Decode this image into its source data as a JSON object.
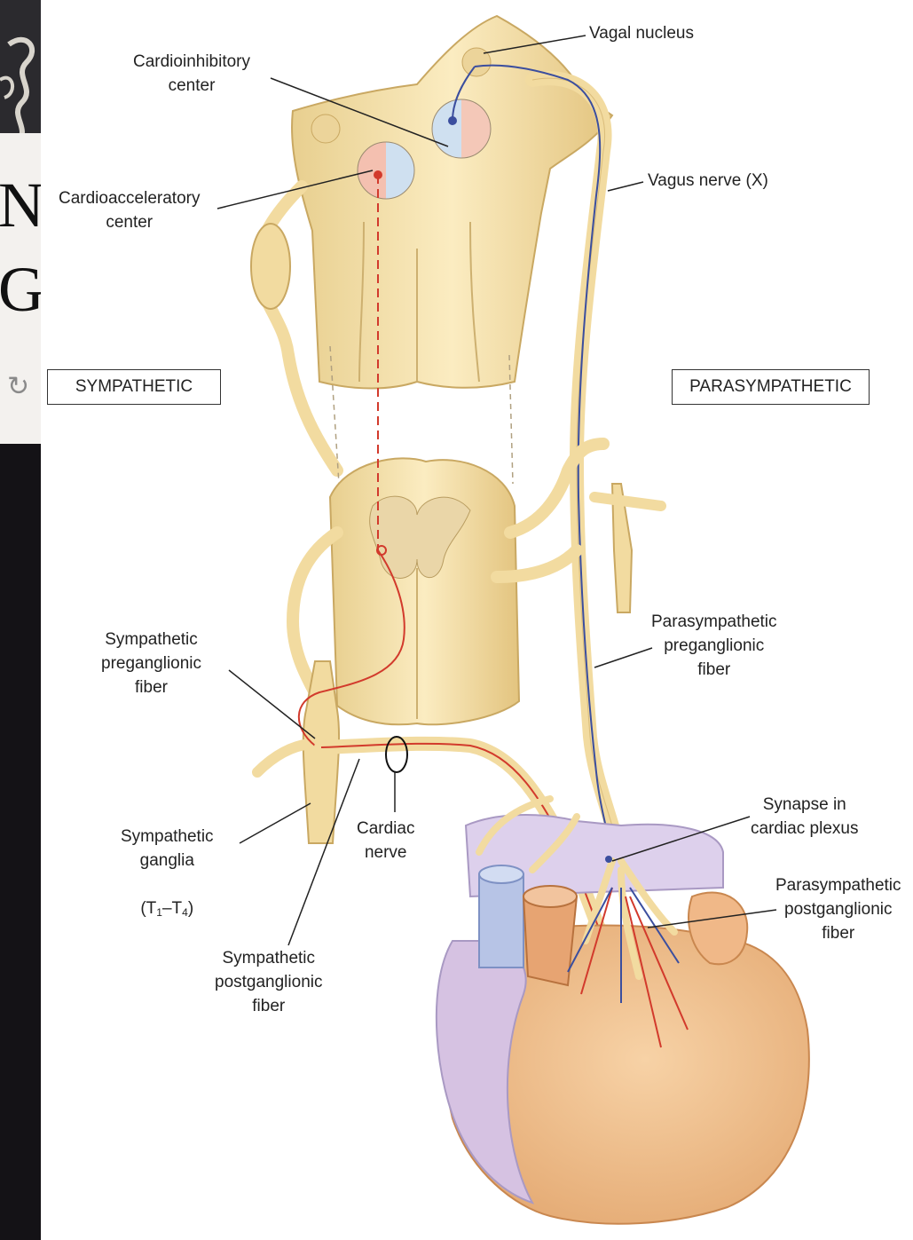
{
  "slide": {
    "letter_top": "N",
    "letter_bottom": "G"
  },
  "icons": {
    "ornament": "ornament-icon",
    "refresh": "refresh-icon"
  },
  "colors": {
    "nerve": "#f2dba0",
    "nerve_outline": "#c9a862",
    "sympathetic_fiber": "#d23a2c",
    "parasympathetic_fiber": "#3b4e9e",
    "heart": "#f1c08f",
    "atria": "#d9c9e8",
    "aorta": "#e7a472",
    "vena_cava": "#b7c4e6"
  },
  "labels": {
    "vagal_nucleus": "Vagal nucleus",
    "cardioinhibitory_center": "Cardioinhibitory\ncenter",
    "cardioacceleratory_center": "Cardioacceleratory\ncenter",
    "vagus_nerve": "Vagus nerve (X)",
    "sympathetic": "SYMPATHETIC",
    "parasympathetic": "PARASYMPATHETIC",
    "sympathetic_preganglionic": "Sympathetic\npreganglionic\nfiber",
    "parasympathetic_preganglionic": "Parasympathetic\npreganglionic\nfiber",
    "sympathetic_ganglia": "Sympathetic\nganglia",
    "ganglia_range_start": "(T",
    "ganglia_range_sub1": "1",
    "ganglia_range_dash": "–T",
    "ganglia_range_sub2": "4",
    "ganglia_range_end": ")",
    "cardiac_nerve": "Cardiac\nnerve",
    "synapse_cardiac_plexus": "Synapse in\ncardiac plexus",
    "parasympathetic_postganglionic": "Parasympathetic\npostganglionic\nfiber",
    "sympathetic_postganglionic": "Sympathetic\npostganglionic\nfiber"
  }
}
